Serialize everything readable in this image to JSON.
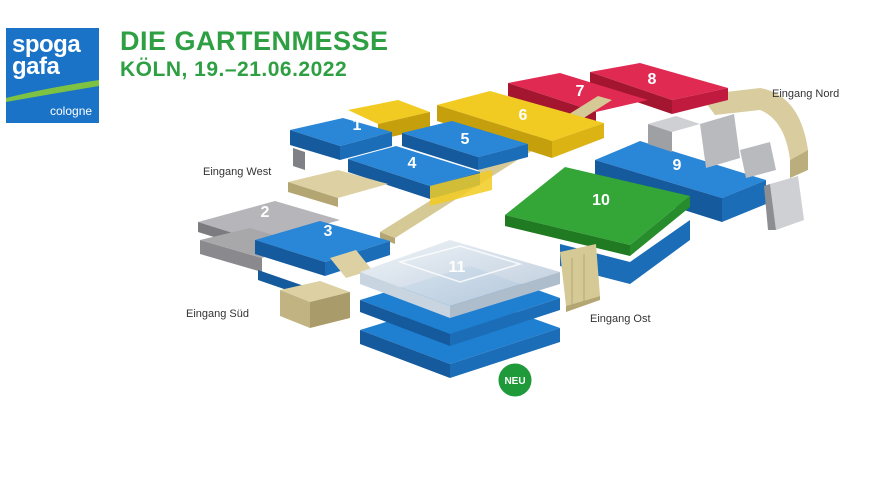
{
  "logo": {
    "word1": "spoga",
    "word2": "gafa",
    "word3": "cologne",
    "bg_color": "#1a73c6",
    "accent_color": "#7dc242"
  },
  "header": {
    "title": "DIE GARTENMESSE",
    "subtitle": "KÖLN, 19.–21.06.2022",
    "color": "#2ea043"
  },
  "halls": [
    {
      "label": "1",
      "color": "blue"
    },
    {
      "label": "2",
      "color": "gray"
    },
    {
      "label": "3",
      "color": "blue"
    },
    {
      "label": "4",
      "color": "blue"
    },
    {
      "label": "5",
      "color": "blue"
    },
    {
      "label": "6",
      "color": "yellow"
    },
    {
      "label": "7",
      "color": "red"
    },
    {
      "label": "8",
      "color": "red"
    },
    {
      "label": "9",
      "color": "blue"
    },
    {
      "label": "10",
      "color": "green"
    },
    {
      "label": "11",
      "color": "glass"
    }
  ],
  "entrances": {
    "north": "Eingang Nord",
    "west": "Eingang West",
    "south": "Eingang Süd",
    "east": "Eingang Ost"
  },
  "badge": {
    "label": "NEU",
    "color": "#1f9a3a"
  },
  "colors": {
    "blue": "#1f7fd0",
    "yellow": "#f0c81e",
    "red": "#d81e4a",
    "green": "#2f9a2f",
    "beige": "#dcd2a8",
    "gray": "#a8a8ab"
  }
}
